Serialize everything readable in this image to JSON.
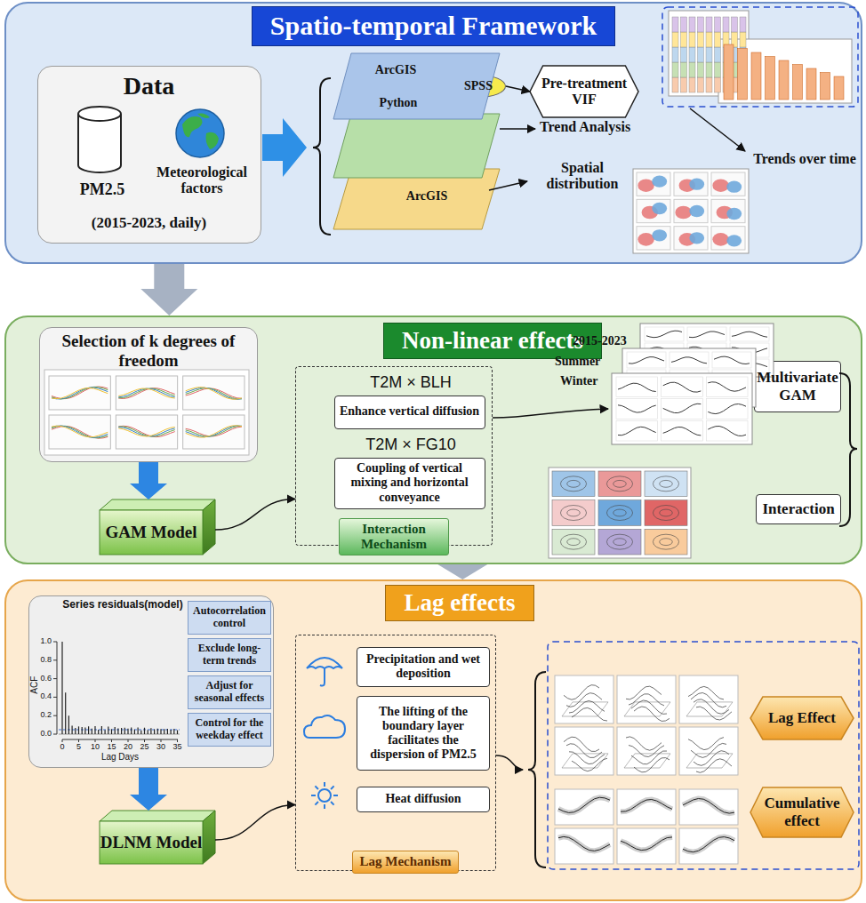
{
  "diagram": {
    "nodes": [
      {
        "text": [
          "Spatio-temporal Framework"
        ]
      },
      {
        "text": [
          "Data",
          "PM2.5",
          "Meteorological factors",
          "(2015-2023, daily)"
        ],
        "in": 0
      },
      {
        "text": [
          "ArcGIS"
        ],
        "in": 0
      },
      {
        "text": [
          "SPSS"
        ],
        "in": 0
      },
      {
        "text": [
          "Python"
        ],
        "in": 0
      },
      {
        "text": [
          "ArcGIS"
        ],
        "in": 0
      },
      {
        "text": [
          "Pre-treatment VIF"
        ],
        "in": 0
      },
      {
        "text": [
          "Non-linear effects"
        ]
      },
      {
        "text": [
          "Selection of k degrees of freedom"
        ],
        "in": 7
      },
      {
        "text": [
          "GAM Model"
        ],
        "in": 7
      },
      {
        "text": [
          "Interaction Mechanism"
        ],
        "in": 7
      },
      {
        "text": [
          "T2M × BLH",
          "Enhance vertical diffusion"
        ],
        "in": 10
      },
      {
        "text": [
          "T2M × FG10",
          "Coupling of vertical mixing and horizontal conveyance"
        ],
        "in": 10
      },
      {
        "text": [
          "Multivariate GAM"
        ],
        "in": 7
      },
      {
        "text": [
          "Interaction"
        ],
        "in": 7
      },
      {
        "text": [
          "Lag effects"
        ]
      },
      {
        "text": [
          "Series residuals(model)"
        ],
        "in": 15
      },
      {
        "text": [
          "Autocorrelation control"
        ],
        "in": 16
      },
      {
        "text": [
          "Exclude long-term trends"
        ],
        "in": 16
      },
      {
        "text": [
          "Adjust for seasonal effects"
        ],
        "in": 16
      },
      {
        "text": [
          "Control for the weekday effect"
        ],
        "in": 16
      },
      {
        "text": [
          "DLNM Model"
        ],
        "in": 15
      },
      {
        "text": [
          "Lag Mechanism"
        ],
        "in": 15
      },
      {
        "text": [
          "Precipitation and wet deposition"
        ],
        "in": 22
      },
      {
        "text": [
          "The lifting of the boundary layer facilitates the dispersion of PM2.5"
        ],
        "in": 22
      },
      {
        "text": [
          "Heat diffusion"
        ],
        "in": 22
      },
      {
        "text": [
          "Lag Effect"
        ],
        "in": 15
      },
      {
        "text": [
          "Cumulative effect"
        ],
        "in": 15
      }
    ],
    "edges": [
      {
        "from": 0,
        "to": 7,
        "arrow": "to"
      },
      {
        "from": 7,
        "to": 15,
        "arrow": "to"
      },
      {
        "from": 3,
        "to": 6,
        "arrow": "to"
      },
      {
        "from": 8,
        "to": 9,
        "arrow": "to"
      },
      {
        "from": 9,
        "to": 10,
        "arrow": "to"
      },
      {
        "from": 16,
        "to": 21,
        "arrow": "to"
      },
      {
        "from": 21,
        "to": 22,
        "arrow": "to"
      }
    ],
    "labels": [
      "Trend Analysis",
      "Spatial distribution",
      "Trends over time",
      "2015-2023",
      "Summer",
      "Winter",
      "ACF",
      "1.0",
      "0.8",
      "0.6",
      "0.4",
      "0.2",
      "0.0",
      "0",
      "5",
      "10",
      "15",
      "20",
      "25",
      "30",
      "35",
      "Lag Days"
    ]
  }
}
